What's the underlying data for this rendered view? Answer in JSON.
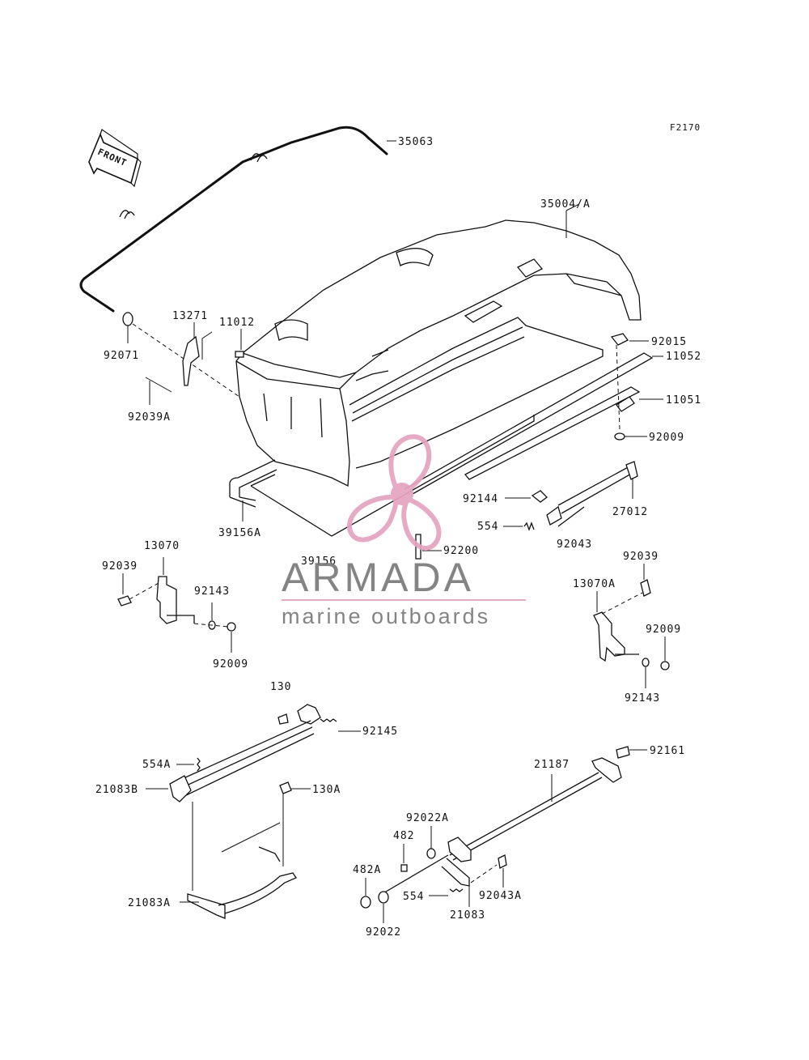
{
  "figure_code": "F2170",
  "front_arrow_text": "FRONT",
  "watermark": {
    "name": "ARMADA",
    "tagline": "marine outboards",
    "colors": {
      "pink": "#e6a3bf",
      "gray": "#7a7a7a"
    }
  },
  "colors": {
    "line": "#111111",
    "background": "#ffffff"
  },
  "labels": {
    "p35063": "35063",
    "p35004A": "35004/A",
    "p92015": "92015",
    "p11052": "11052",
    "p11051": "11051",
    "p92009a": "92009",
    "p92071": "92071",
    "p13271": "13271",
    "p11012": "11012",
    "p92039A": "92039A",
    "p39156A": "39156A",
    "p39156": "39156",
    "p92144": "92144",
    "p27012": "27012",
    "p554": "554",
    "p92043": "92043",
    "p92200": "92200",
    "p13070": "13070",
    "p92039a": "92039",
    "p92143a": "92143",
    "p92009b": "92009",
    "p92039b": "92039",
    "p13070A": "13070A",
    "p92009c": "92009",
    "p92143b": "92143",
    "p130": "130",
    "p92145": "92145",
    "p554A": "554A",
    "p21083B": "21083B",
    "p130A": "130A",
    "p21083A": "21083A",
    "p92161": "92161",
    "p21187": "21187",
    "p92022A": "92022A",
    "p482": "482",
    "p482A": "482A",
    "p554b": "554",
    "p92043A": "92043A",
    "p21083": "21083",
    "p92022": "92022"
  }
}
